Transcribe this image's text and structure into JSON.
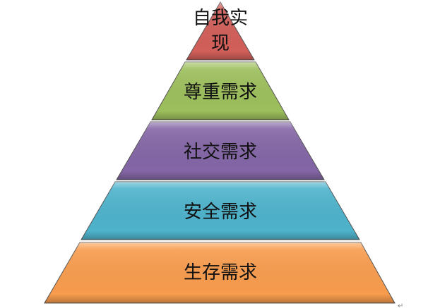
{
  "title": "Maslow hierarchy of needs pyramid",
  "levels": [
    {
      "label_line1": "自我实",
      "label_line2": "现",
      "color": "#d25f5a"
    },
    {
      "label": "尊重需求",
      "color": "#9dbf5c"
    },
    {
      "label": "社交需求",
      "color": "#8466a6"
    },
    {
      "label": "安全需求",
      "color": "#4eb3cc"
    },
    {
      "label": "生存需求",
      "color": "#f89c4e"
    }
  ],
  "paragraph_mark": "↵"
}
